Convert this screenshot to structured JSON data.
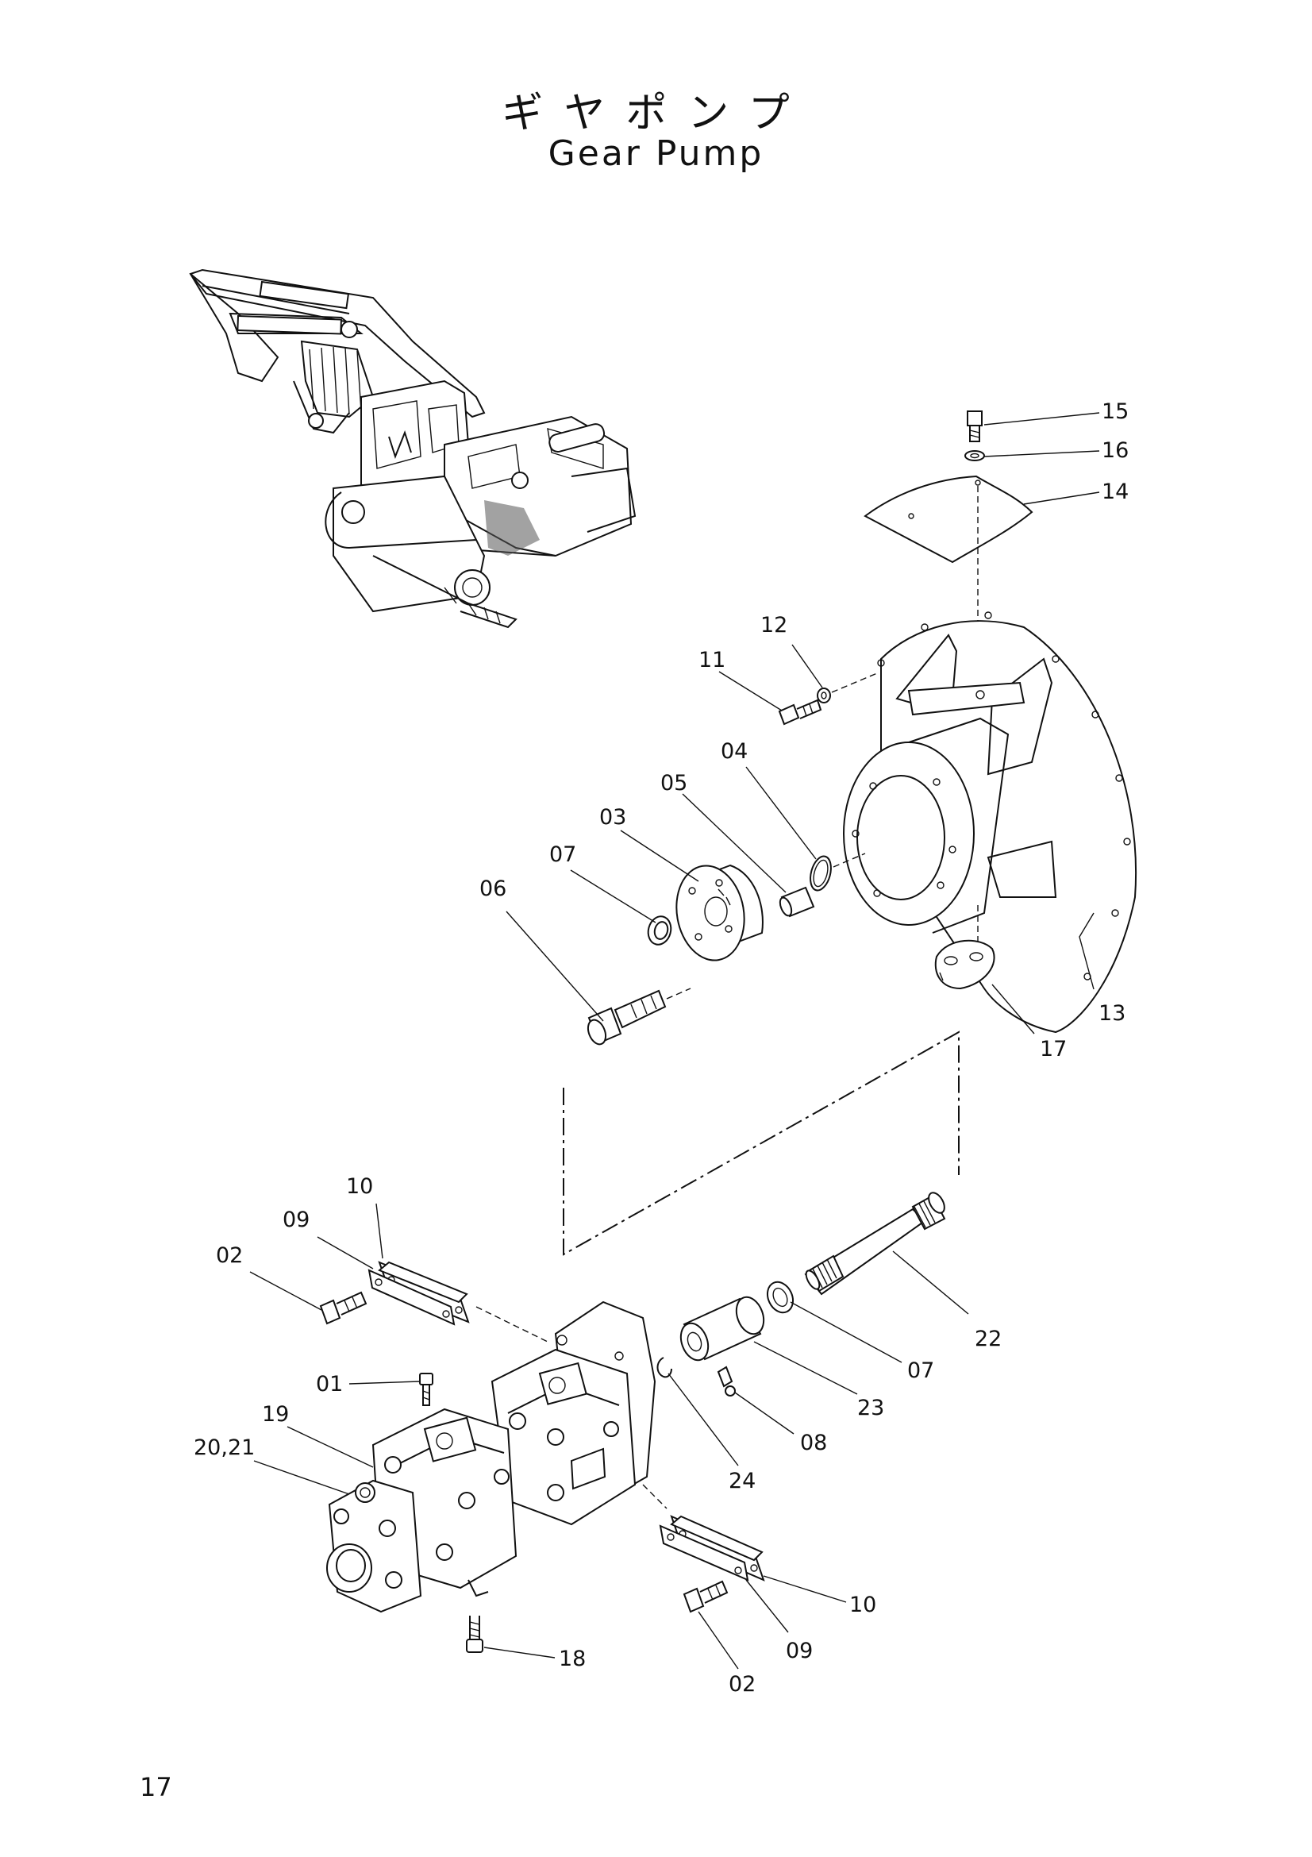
{
  "title": {
    "japanese": "ギヤポンプ",
    "english": "Gear Pump"
  },
  "page_number": "17",
  "labels": {
    "p01": "01",
    "p02a": "02",
    "p02b": "02",
    "p03": "03",
    "p04": "04",
    "p05": "05",
    "p06": "06",
    "p07a": "07",
    "p07b": "07",
    "p08": "08",
    "p09a": "09",
    "p09b": "09",
    "p10a": "10",
    "p10b": "10",
    "p11": "11",
    "p12": "12",
    "p13": "13",
    "p14": "14",
    "p15": "15",
    "p16": "16",
    "p17": "17",
    "p18": "18",
    "p19": "19",
    "p2021": "20,21",
    "p22": "22",
    "p23": "23",
    "p24": "24"
  }
}
